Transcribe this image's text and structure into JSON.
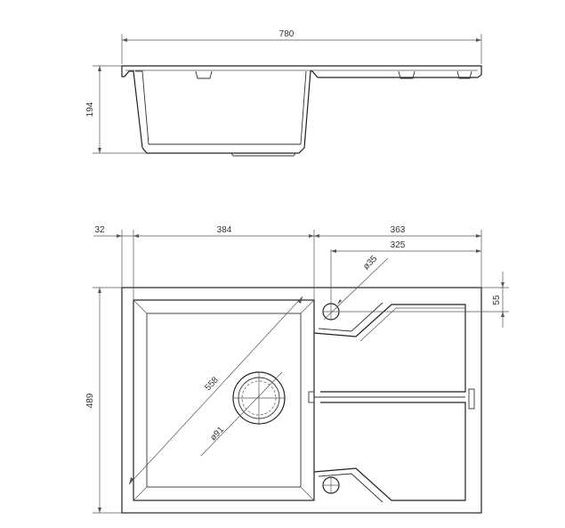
{
  "drawing": {
    "side_view": {
      "width_label": "780",
      "height_label": "194"
    },
    "top_view": {
      "left_margin_label": "32",
      "bowl_width_label": "384",
      "drainer_width_label": "363",
      "tap_offset_label": "325",
      "tap_hole_label": "ø35",
      "tap_top_offset_label": "55",
      "diagonal_label": "558",
      "drain_label": "ø91",
      "depth_label": "489"
    }
  }
}
